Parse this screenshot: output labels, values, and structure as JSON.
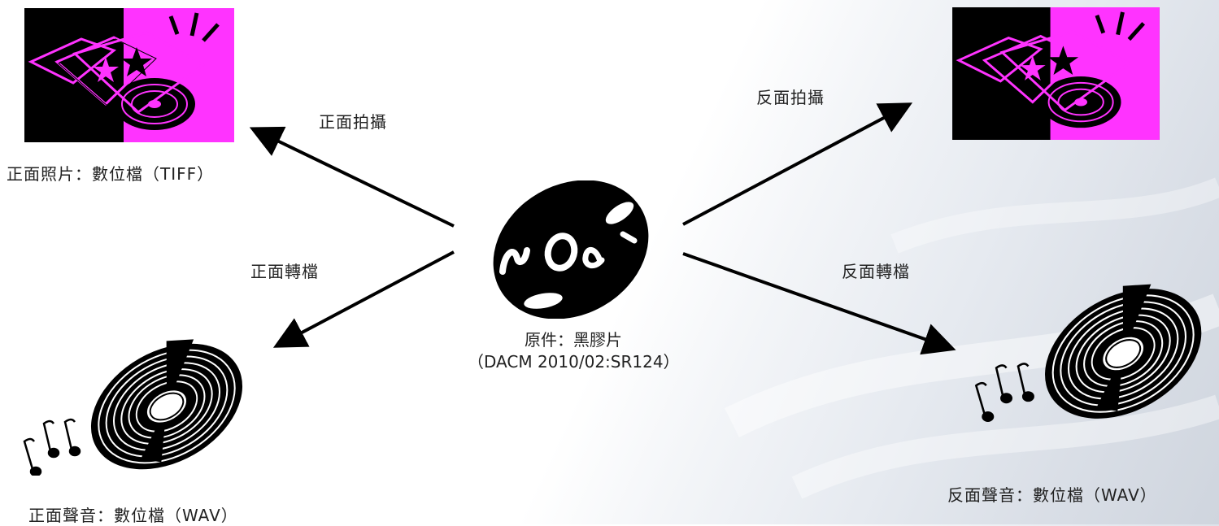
{
  "edges": {
    "front_photo": "正面拍攝",
    "front_transfer": "正面轉檔",
    "back_photo": "反面拍攝",
    "back_transfer": "反面轉檔"
  },
  "nodes": {
    "center": {
      "title": "原件：黑膠片",
      "code": "（DACM 2010/02:SR124）"
    },
    "front_photo": "正面照片：數位檔（TIFF）",
    "front_audio": "正面聲音：數位檔（WAV）",
    "back_audio": "反面聲音：數位檔（WAV）"
  },
  "icons": {
    "photo": "photo-cd-icon",
    "vinyl": "vinyl-record-icon",
    "audio": "audio-record-icon"
  },
  "colors": {
    "magenta": "#ff33ff",
    "black": "#000000"
  }
}
